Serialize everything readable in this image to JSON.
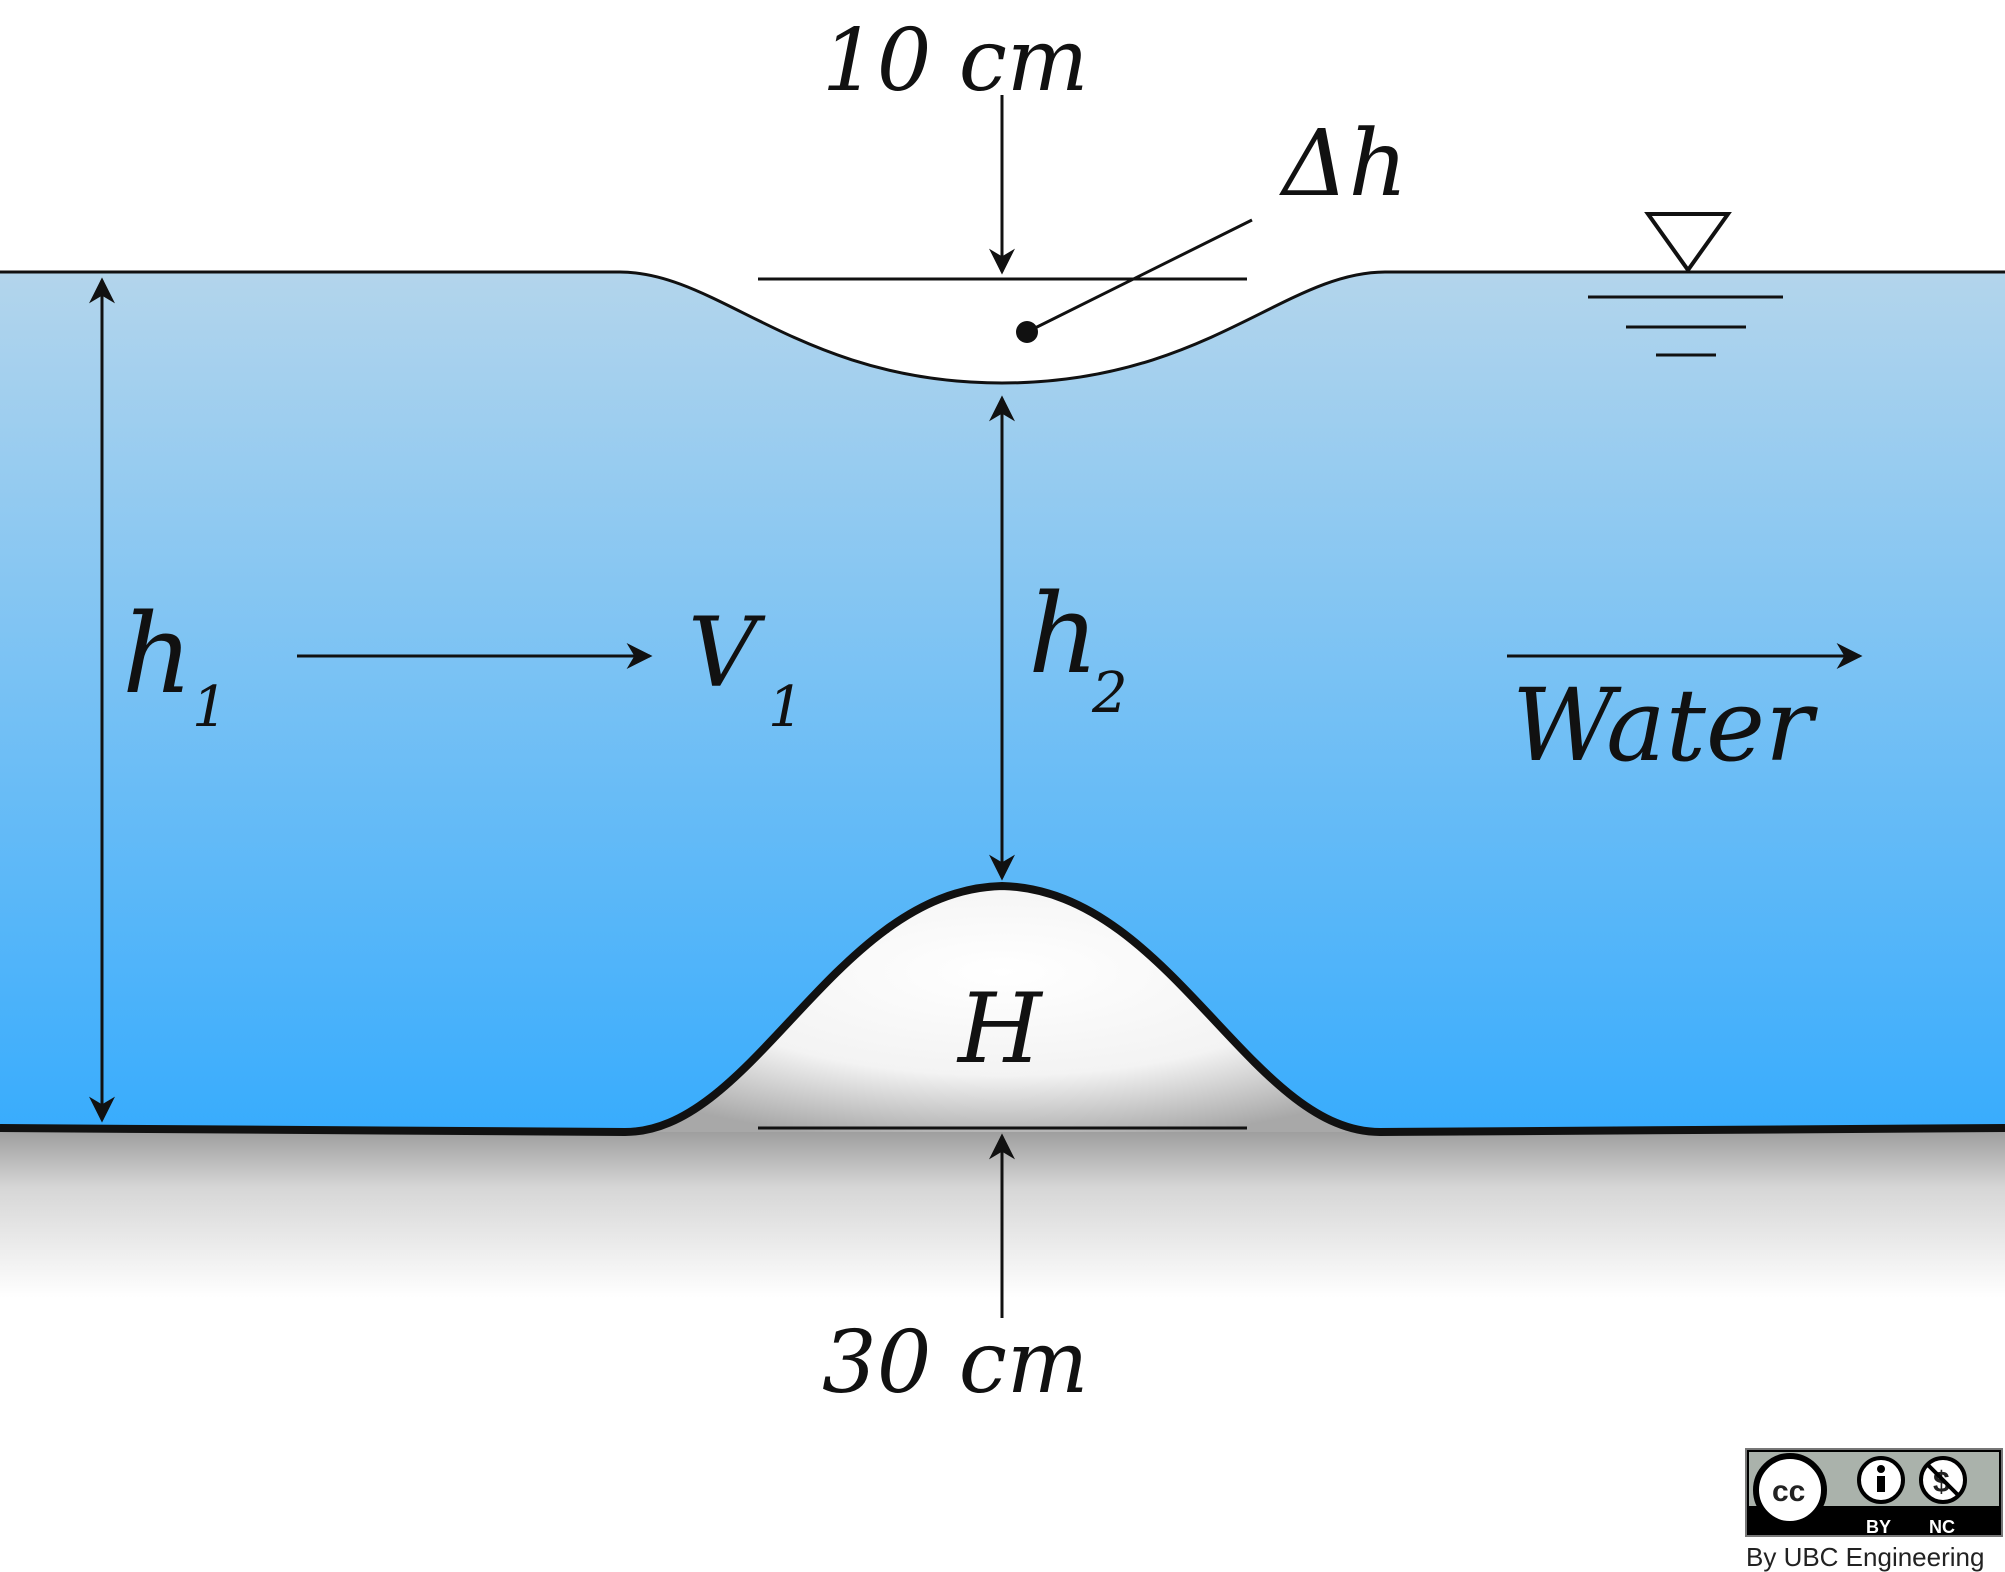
{
  "labels": {
    "top_dimension": "10 cm",
    "bottom_dimension": "30 cm",
    "delta_h": "Δh",
    "h1_main": "h",
    "h1_sub": "1",
    "v1_main": "V",
    "v1_sub": "1",
    "h2_main": "h",
    "h2_sub": "2",
    "bump_height": "H",
    "flow_label": "Water"
  },
  "license": {
    "cc": "cc",
    "by": "BY",
    "nc": "NC",
    "credit": "By UBC Engineering"
  },
  "colors": {
    "water_top": "#b3d5ec",
    "water_bottom": "#38acfd",
    "ink": "#111111",
    "ground_shadow": "#b8b8b8"
  }
}
